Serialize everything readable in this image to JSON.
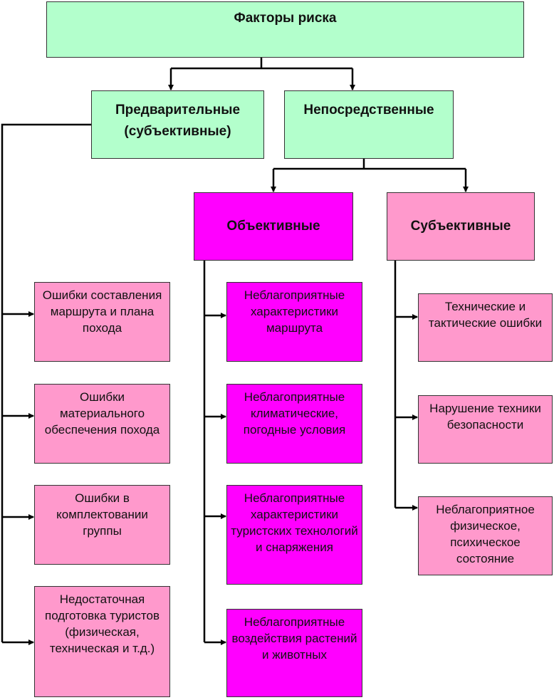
{
  "colors": {
    "green": "#b3ffcc",
    "magenta": "#ff00ff",
    "pink": "#ff99cc",
    "line": "#000000"
  },
  "root": {
    "label": "Факторы риска"
  },
  "preliminary": {
    "label_line1": "Предварительные",
    "label_line2": "(субъективные)",
    "items": [
      "Ошибки составления маршрута и плана похода",
      "Ошибки материального обеспечения похода",
      "Ошибки в комплектовании группы",
      "Недостаточная подготовка туристов (физическая, техническая и т.д.)"
    ]
  },
  "immediate": {
    "label": "Непосредственные"
  },
  "objective": {
    "label": "Объективные",
    "items": [
      "Неблагоприятные характеристики маршрута",
      "Неблагоприятные климатические, погодные условия",
      "Неблагоприятные характеристики туристских технологий и снаряжения",
      "Неблагоприятные воздействия растений и животных"
    ]
  },
  "subjective": {
    "label": "Субъективные",
    "items": [
      "Технические и тактические ошибки",
      "Нарушение техники безопасности",
      "Неблагоприятное физическое, психическое состояние"
    ]
  }
}
